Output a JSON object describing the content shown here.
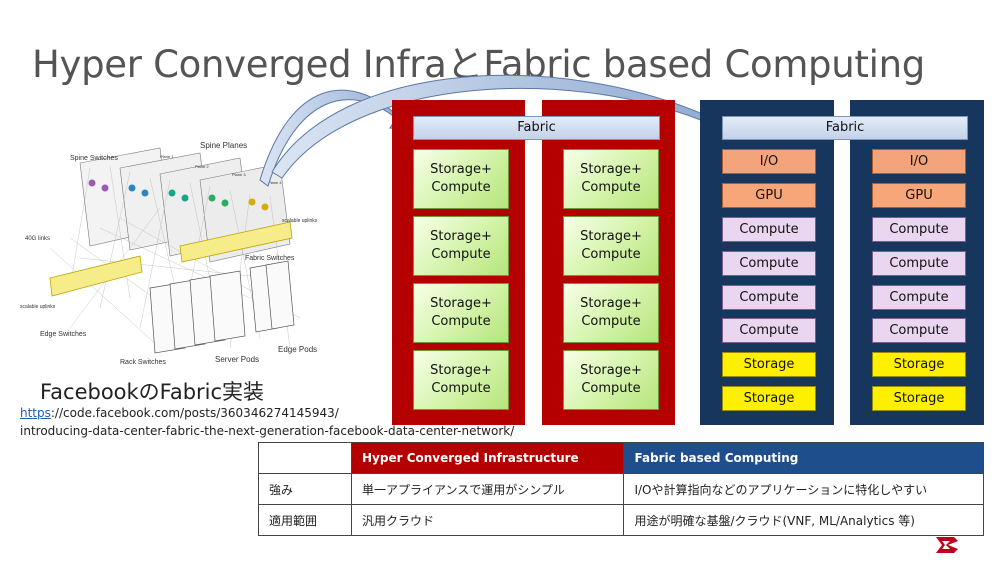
{
  "title": "Hyper Converged InfraとFabric based Computing",
  "hci": {
    "fabric_label": "Fabric",
    "columns": [
      [
        "Storage+\nCompute",
        "Storage+\nCompute",
        "Storage+\nCompute",
        "Storage+\nCompute"
      ],
      [
        "Storage+\nCompute",
        "Storage+\nCompute",
        "Storage+\nCompute",
        "Storage+\nCompute"
      ]
    ]
  },
  "fbc": {
    "fabric_label": "Fabric",
    "column_items": [
      "I/O",
      "GPU",
      "Compute",
      "Compute",
      "Compute",
      "Compute",
      "Storage",
      "Storage"
    ],
    "item_kinds": [
      "io",
      "gpu",
      "comp",
      "comp",
      "comp",
      "comp",
      "stor",
      "stor"
    ]
  },
  "facebook": {
    "caption": "FacebookのFabric実装",
    "link_scheme": "https",
    "link_rest": "://code.facebook.com/posts/360346274145943/",
    "link_line2": "introducing-data-center-fabric-the-next-generation-facebook-data-center-network/",
    "diagram_labels": {
      "spine_switches": "Spine Switches",
      "spine_planes": "Spine Planes",
      "plane1": "Plane 1",
      "plane2": "Plane 2",
      "plane3": "Plane 3",
      "plane4": "Plane 4",
      "links_40g": "40G links",
      "scalable_uplinks": "scalable uplinks",
      "scalable_uplinks2": "scalable uplinks",
      "edge_switches": "Edge Switches",
      "fabric_switches": "Fabric Switches",
      "rack_switches": "Rack Switches",
      "server_pods": "Server Pods",
      "edge_pods": "Edge Pods"
    }
  },
  "table": {
    "header_blank": "",
    "header_hci": "Hyper Converged Infrastructure",
    "header_fbc": "Fabric based Computing",
    "rows": [
      {
        "label": "強み",
        "hci": "単一アプライアンスで運用がシンプル",
        "fbc": "I/Oや計算指向などのアプリケーションに特化しやすい"
      },
      {
        "label": "適用範囲",
        "hci": "汎用クラウド",
        "fbc": "用途が明確な基盤/クラウド(VNF, ML/Analytics 等)"
      }
    ]
  },
  "colors": {
    "hci_red": "#b40000",
    "fbc_blue": "#17365d",
    "header_blue": "#1f4e8c",
    "storage_yellow": "#ffef00"
  }
}
